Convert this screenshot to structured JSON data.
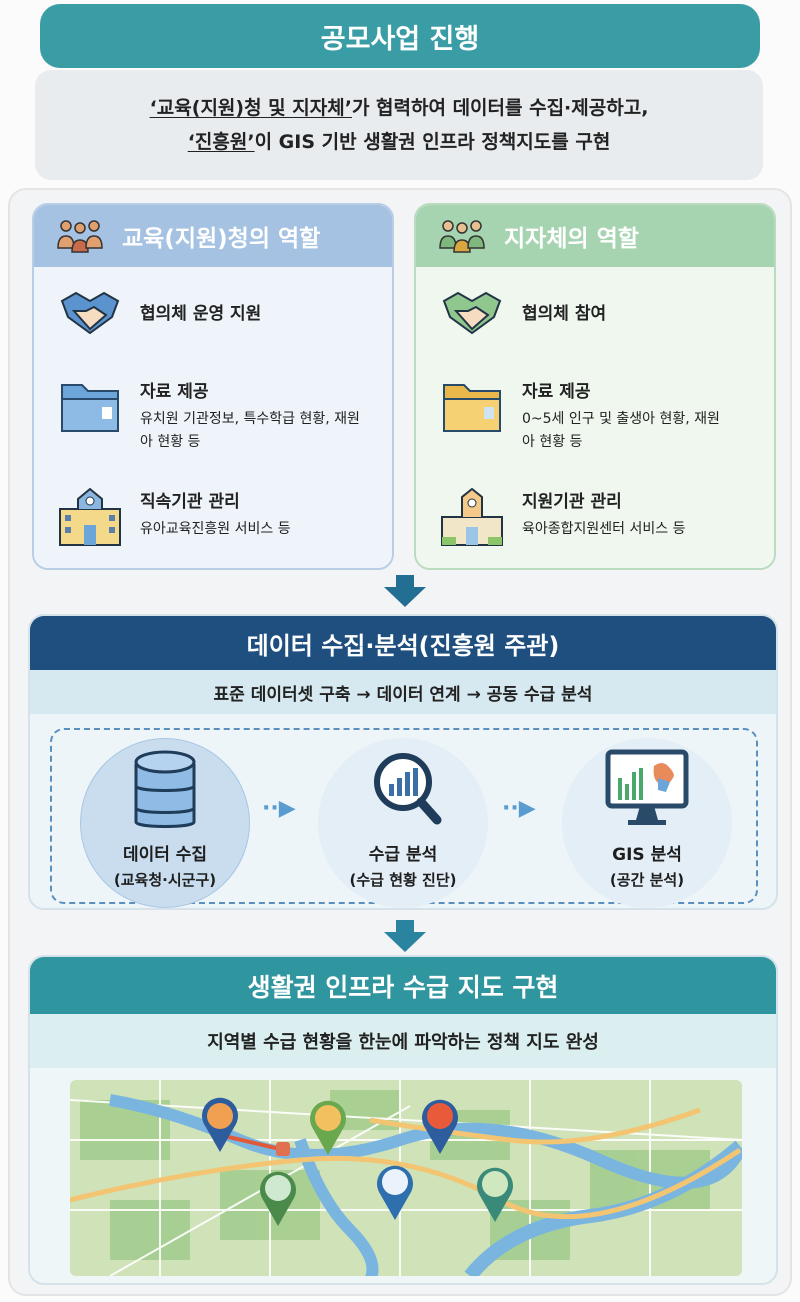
{
  "title": "공모사업 진행",
  "intro": {
    "line1_underlined": "‘교육(지원)청 및 지자체’",
    "line1_rest": "가 협력하여 데이터를 수집·제공하고,",
    "line2_underlined": "‘진흥원’",
    "line2_rest": "이 GIS 기반 생활권 인프라 정책지도를 구현"
  },
  "education_office": {
    "title": "교육(지원)청의 역할",
    "items": [
      {
        "title": "협의체 운영 지원",
        "desc": ""
      },
      {
        "title": "자료 제공",
        "desc": "유치원 기관정보, 특수학급 현황, 재원아 현황 등"
      },
      {
        "title": "직속기관 관리",
        "desc": "유아교육진흥원 서비스 등"
      }
    ]
  },
  "local_gov": {
    "title": "지자체의 역할",
    "items": [
      {
        "title": "협의체 참여",
        "desc": ""
      },
      {
        "title": "자료 제공",
        "desc": "0~5세 인구 및 출생아 현황, 재원아 현황 등"
      },
      {
        "title": "지원기관 관리",
        "desc": "육아종합지원센터 서비스 등"
      }
    ]
  },
  "data_section": {
    "title": "데이터 수집·분석(진흥원 주관)",
    "subtitle": "표준 데이터셋 구축 → 데이터 연계 → 공동 수급 분석",
    "steps": [
      {
        "name": "데이터 수집",
        "sub": "(교육청·시군구)"
      },
      {
        "name": "수급 분석",
        "sub": "(수급 현황 진단)"
      },
      {
        "name": "GIS 분석",
        "sub": "(공간 분석)"
      }
    ]
  },
  "map_section": {
    "title": "생활권 인프라 수급 지도 구현",
    "subtitle": "지역별 수급 현황을 한눈에 파악하는 정책 지도 완성"
  },
  "colors": {
    "teal": "#3a9da6",
    "navy": "#1f4f7f",
    "blue_header": "#a5c2e2",
    "green_header": "#a6d4b0"
  }
}
